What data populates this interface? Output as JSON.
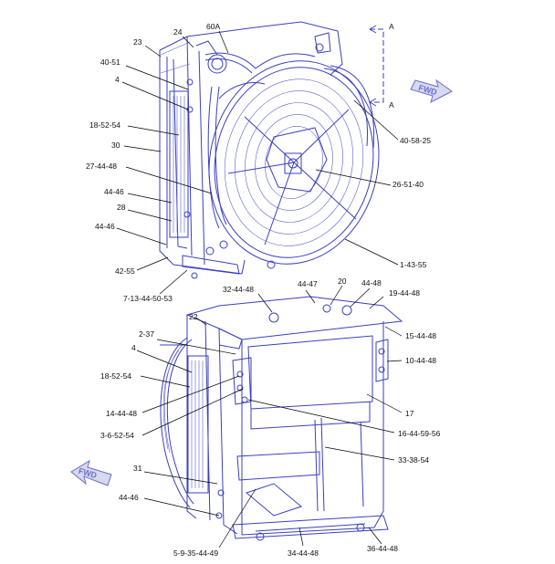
{
  "section_label": "A",
  "fwd_label": "FWD",
  "callouts_top": [
    {
      "id": "c60a",
      "text": "60A"
    },
    {
      "id": "c24",
      "text": "24"
    },
    {
      "id": "c23",
      "text": "23"
    },
    {
      "id": "c40-51",
      "text": "40-51"
    },
    {
      "id": "c4",
      "text": "4"
    },
    {
      "id": "c18-52-54",
      "text": "18-52-54"
    },
    {
      "id": "c30",
      "text": "30"
    },
    {
      "id": "c27-44-48",
      "text": "27-44-48"
    },
    {
      "id": "c44-46a",
      "text": "44-46"
    },
    {
      "id": "c28",
      "text": "28"
    },
    {
      "id": "c44-46b",
      "text": "44-46"
    },
    {
      "id": "c42-55",
      "text": "42-55"
    },
    {
      "id": "c7-13-44-50-53",
      "text": "7-13-44-50-53"
    },
    {
      "id": "c40-58-25",
      "text": "40-58-25"
    },
    {
      "id": "c26-51-40",
      "text": "26-51-40"
    },
    {
      "id": "c1-43-55",
      "text": "1-43-55"
    }
  ],
  "callouts_bottom": [
    {
      "id": "c32-44-48",
      "text": "32-44-48"
    },
    {
      "id": "c44-47",
      "text": "44-47"
    },
    {
      "id": "c20",
      "text": "20"
    },
    {
      "id": "c44-48",
      "text": "44-48"
    },
    {
      "id": "c19-44-48",
      "text": "19-44-48"
    },
    {
      "id": "c22",
      "text": "22"
    },
    {
      "id": "c15-44-48",
      "text": "15-44-48"
    },
    {
      "id": "c2-37",
      "text": "2-37"
    },
    {
      "id": "c4b",
      "text": "4"
    },
    {
      "id": "c10-44-48",
      "text": "10-44-48"
    },
    {
      "id": "c18-52-54b",
      "text": "18-52-54"
    },
    {
      "id": "c14-44-48",
      "text": "14-44-48"
    },
    {
      "id": "c17",
      "text": "17"
    },
    {
      "id": "c3-6-52-54",
      "text": "3-6-52-54"
    },
    {
      "id": "c16-44-59-56",
      "text": "16-44-59-56"
    },
    {
      "id": "c33-38-54",
      "text": "33-38-54"
    },
    {
      "id": "c31",
      "text": "31"
    },
    {
      "id": "c44-46c",
      "text": "44-46"
    },
    {
      "id": "c5-9-35-44-49",
      "text": "5-9-35-44-49"
    },
    {
      "id": "c34-44-48",
      "text": "34-44-48"
    },
    {
      "id": "c36-44-48",
      "text": "36-44-48"
    }
  ],
  "colors": {
    "line": "#3a3fc0",
    "arrow_fill": "#d8d8ee",
    "arrow_stroke": "#6a6fc8",
    "text": "#111111"
  }
}
